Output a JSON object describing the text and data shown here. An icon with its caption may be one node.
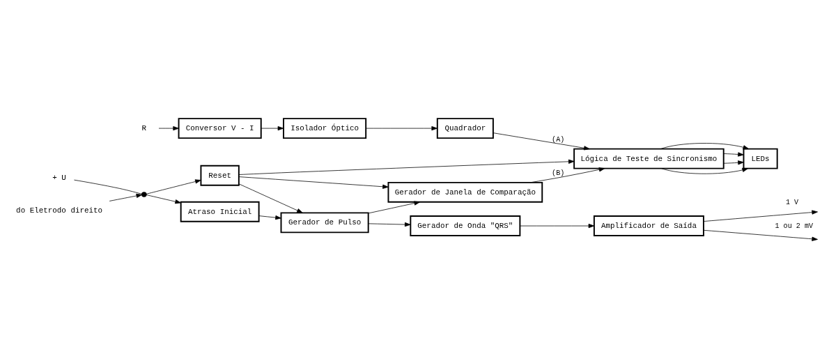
{
  "diagram": {
    "nodes": [
      {
        "text": [
          "R"
        ]
      },
      {
        "text": [
          "Conversor V - I"
        ]
      },
      {
        "text": [
          "Isolador Óptico"
        ]
      },
      {
        "text": [
          "Quadrador"
        ]
      },
      {
        "text": [
          "+ U"
        ]
      },
      {
        "text": [],
        "shape": "switch"
      },
      {
        "text": [
          "Reset"
        ]
      },
      {
        "text": [
          "Lógica de Teste de Sincronismo"
        ]
      },
      {
        "text": [
          "LEDs"
        ]
      },
      {
        "text": [
          "do Eletrodo direito"
        ]
      },
      {
        "text": [
          "Atraso Inicial"
        ]
      },
      {
        "text": [
          "Gerador de Pulso"
        ]
      },
      {
        "text": [
          "Gerador de Janela de Comparação"
        ]
      },
      {
        "text": [
          "Gerador de Onda \"QRS\""
        ]
      },
      {
        "text": [
          "Amplificador de Saída"
        ]
      }
    ],
    "edges": [
      {
        "from": 0,
        "to": 1,
        "arrow": "to"
      },
      {
        "from": 1,
        "to": 2,
        "arrow": "to"
      },
      {
        "from": 2,
        "to": 3,
        "arrow": "to"
      },
      {
        "from": 3,
        "to": 7,
        "arrow": "to",
        "label": "(A)"
      },
      {
        "from": 4,
        "to": 5,
        "arrow": "none"
      },
      {
        "from": 9,
        "to": 5,
        "arrow": "to"
      },
      {
        "from": 5,
        "to": 6,
        "arrow": "to"
      },
      {
        "from": 5,
        "to": 10,
        "arrow": "to"
      },
      {
        "from": 6,
        "to": 7,
        "arrow": "to"
      },
      {
        "from": 6,
        "to": 11,
        "arrow": "to"
      },
      {
        "from": 6,
        "to": 12,
        "arrow": "to"
      },
      {
        "from": 10,
        "to": 11,
        "arrow": "to"
      },
      {
        "from": 11,
        "to": 12,
        "arrow": "to"
      },
      {
        "from": 12,
        "to": 7,
        "arrow": "to",
        "label": "(B)"
      },
      {
        "from": 7,
        "to": 8,
        "arrow": "to"
      },
      {
        "from": 7,
        "to": 8,
        "arrow": "to"
      },
      {
        "from": 7,
        "to": 8,
        "arrow": "to"
      },
      {
        "from": 7,
        "to": 8,
        "arrow": "to"
      },
      {
        "from": 11,
        "to": 13,
        "arrow": "to"
      },
      {
        "from": 13,
        "to": 14,
        "arrow": "to"
      },
      {
        "from": 14,
        "to": null,
        "arrow": "to",
        "label": "1 V"
      },
      {
        "from": 14,
        "to": null,
        "arrow": "to",
        "label": "1 ou 2 mV"
      }
    ]
  }
}
